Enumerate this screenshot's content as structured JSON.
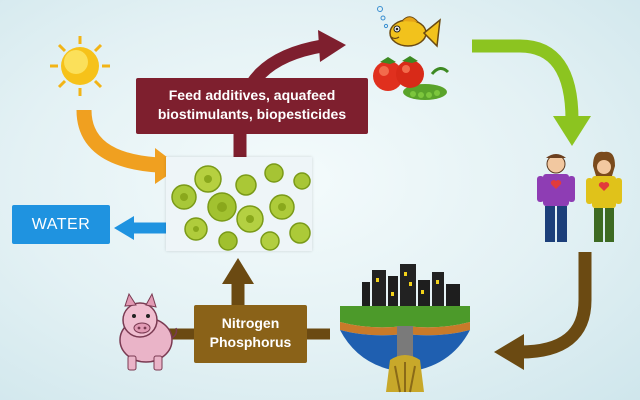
{
  "boxes": {
    "feed": {
      "line1": "Feed additives, aquafeed",
      "line2": "biostimulants, biopesticides"
    },
    "water": {
      "label": "WATER"
    },
    "nutrients": {
      "line1": "Nitrogen",
      "line2": "Phosphorus"
    }
  },
  "icons": [
    "sun-icon",
    "fish-icon",
    "vegetables-icon",
    "people-icon",
    "factory-icon",
    "pig-icon",
    "algae-photo"
  ],
  "colors": {
    "feed_box": "#7e1f2e",
    "water_box": "#1f93e0",
    "nutrient_box": "#8a6218",
    "sun_arrow": "#f0a020",
    "green_arrow": "#8cc420",
    "brown_arrow": "#6b4a12"
  }
}
